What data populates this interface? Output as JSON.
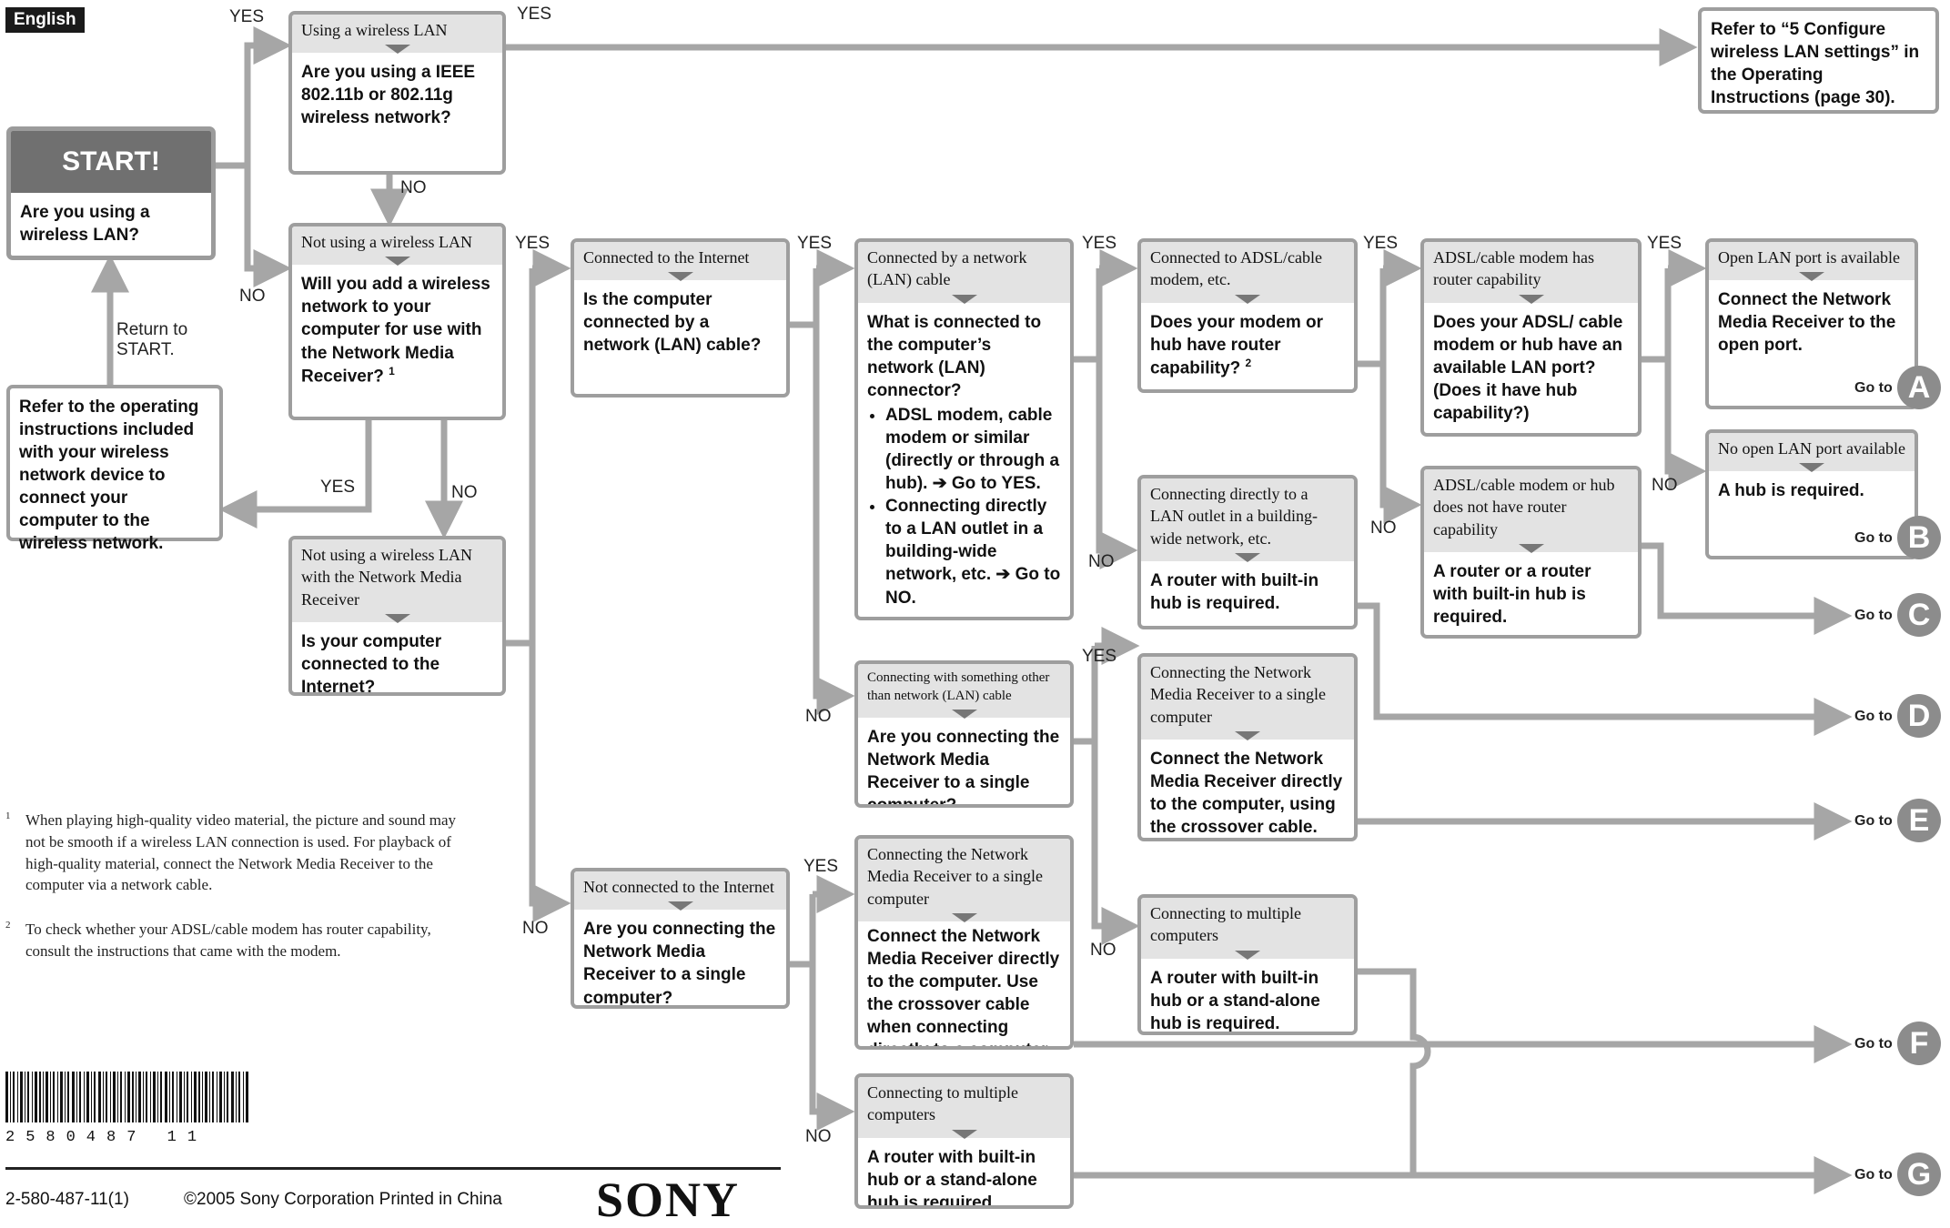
{
  "language": "English",
  "start": {
    "title": "START!",
    "question": "Are you using a wireless LAN?"
  },
  "return_label": "Return to START.",
  "refer_operating": "Refer to the operating instructions included with your wireless network device to connect your computer to the wireless network.",
  "refer_config": "Refer to “5 Configure wireless LAN settings” in the Operating Instructions (page 30).",
  "nodes": {
    "wireless": {
      "header": "Using a wireless LAN",
      "body": "Are you using a IEEE 802.11b or 802.11g wireless network?"
    },
    "not_wireless": {
      "header": "Not using a wireless LAN",
      "body": "Will you add a wireless network to your computer for use with the Network Media Receiver?",
      "sup": "1"
    },
    "not_wireless_nmr": {
      "header": "Not using a wireless LAN with the Network Media Receiver",
      "body": "Is your computer connected to the Internet?"
    },
    "internet": {
      "header": "Connected to the Internet",
      "body": "Is the computer connected by a network (LAN) cable?"
    },
    "lan_cable": {
      "header": "Connected by a network (LAN) cable",
      "body": "What is connected to the computer’s network (LAN) connector?",
      "bullets": [
        "ADSL modem, cable modem or similar (directly or through a hub). ➔ Go to YES.",
        "Connecting directly to a LAN outlet in a building-wide network, etc. ➔ Go to NO."
      ]
    },
    "adsl": {
      "header": "Connected to ADSL/cable modem, etc.",
      "body": "Does your modem or hub have router capability?",
      "sup": "2"
    },
    "router_cap": {
      "header": "ADSL/cable modem has router capability",
      "body": "Does your ADSL/ cable modem or hub have an available LAN port? (Does it have hub capability?)"
    },
    "open_port": {
      "header": "Open LAN port is available",
      "body": "Connect the Network Media Receiver to the open port."
    },
    "no_port": {
      "header": "No open LAN port available",
      "body": "A hub is required."
    },
    "no_router": {
      "header": "ADSL/cable modem or hub does not have router capability",
      "body": "A router or a router with built-in hub is required."
    },
    "lan_outlet": {
      "header": "Connecting directly to a LAN outlet in a building-wide network, etc.",
      "body": "A router with built-in hub is required."
    },
    "other_cable": {
      "header": "Connecting with something other than network (LAN) cable",
      "body": "Are you connecting the Network Media Receiver to a single computer?"
    },
    "single1": {
      "header": "Connecting the Network Media Receiver to a single computer",
      "body": "Connect the Network Media Receiver directly to the computer, using the crossover cable."
    },
    "multi1": {
      "header": "Connecting to multiple computers",
      "body": "A router with built-in hub or a stand-alone hub is required."
    },
    "not_internet": {
      "header": "Not connected to the Internet",
      "body": "Are you connecting the Network Media Receiver to a single computer?"
    },
    "single2": {
      "header": "Connecting the Network Media Receiver to a single computer",
      "body": "Connect the Network Media Receiver directly to the computer. Use the crossover cable when connecting directly to a computer."
    },
    "multi2": {
      "header": "Connecting to multiple computers",
      "body": "A router with built-in hub or a stand-alone hub is required."
    }
  },
  "answers": {
    "yes": "YES",
    "no": "NO"
  },
  "goto_label": "Go to",
  "targets": [
    "A",
    "B",
    "C",
    "D",
    "E",
    "F",
    "G"
  ],
  "footnotes": [
    {
      "num": "1",
      "text": "When playing high-quality video material, the picture and sound may not be smooth if a wireless LAN connection is used. For playback of high-quality material, connect the Network Media Receiver to the computer via a network cable."
    },
    {
      "num": "2",
      "text": "To check whether your ADSL/cable modem has router capability, consult the instructions that came with the modem."
    }
  ],
  "barcode_number": "2580487 11",
  "doc_code": "2-580-487-11(1)",
  "copyright": "©2005 Sony Corporation   Printed in China",
  "brand": "SONY",
  "colors": {
    "line": "#a6a6a6",
    "box_border": "#9e9e9e",
    "header_fill": "#e3e3e3",
    "circle": "#8c8c8c"
  }
}
